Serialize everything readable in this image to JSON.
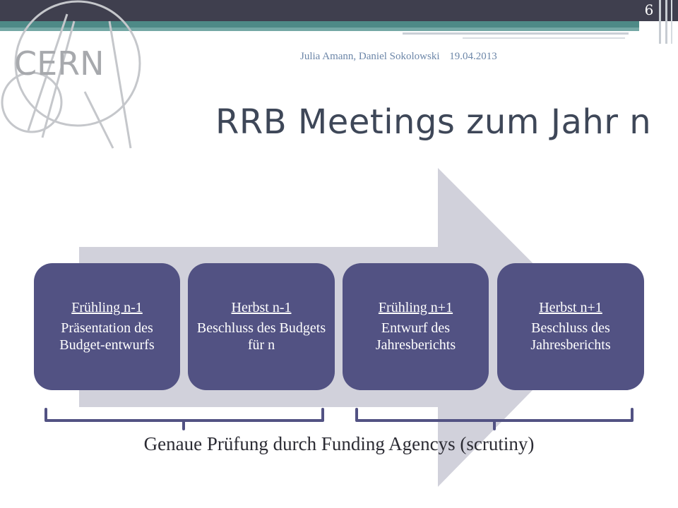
{
  "header": {
    "page_number": "6",
    "authors": "Julia Amann, Daniel Sokolowski",
    "date": "19.04.2013"
  },
  "logo": {
    "text": "CERN"
  },
  "title": "RRB Meetings zum Jahr n",
  "steps": [
    {
      "heading": "Frühling n-1",
      "body": "Präsentation des Budget-entwurfs"
    },
    {
      "heading": "Herbst n-1",
      "body": "Beschluss des Budgets für n"
    },
    {
      "heading": "Frühling n+1",
      "body": "Entwurf des Jahresberichts"
    },
    {
      "heading": "Herbst n+1",
      "body": "Beschluss des Jahresberichts"
    }
  ],
  "caption": "Genaue Prüfung durch Funding Agencys (scrutiny)",
  "colors": {
    "box": "#525283",
    "arrow": "#d1d1db",
    "bracket": "#525283",
    "title": "#3e4758",
    "header_text": "#6c86a8"
  }
}
